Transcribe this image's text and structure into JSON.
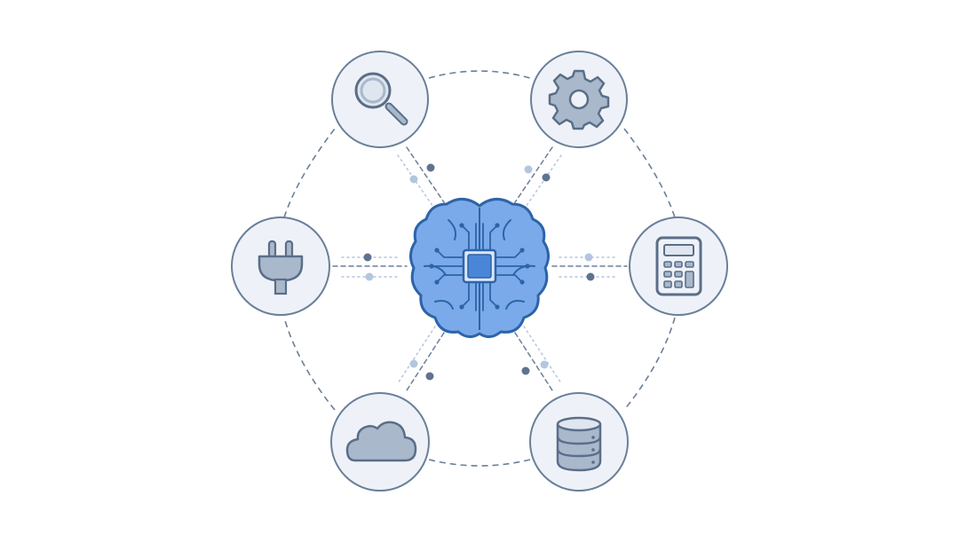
{
  "colors": {
    "background": "#ffffff",
    "node_fill": "#eef2f8",
    "node_stroke": "#6b7f99",
    "icon_fill": "#a9b8cb",
    "icon_stroke": "#5a6e88",
    "brain_fill": "#7aaaea",
    "brain_stroke": "#2d64a8",
    "chip_fill": "#4a86d8",
    "connector_dash": "#6b7f99",
    "dot_dark": "#5f7390",
    "dot_light": "#b3c6de"
  },
  "diagram": {
    "hub": {
      "icon": "brain-chip-icon"
    },
    "nodes": [
      {
        "id": "search",
        "icon": "magnifier-icon"
      },
      {
        "id": "settings",
        "icon": "gear-icon"
      },
      {
        "id": "calculator",
        "icon": "calculator-icon"
      },
      {
        "id": "database",
        "icon": "database-icon"
      },
      {
        "id": "cloud",
        "icon": "cloud-icon"
      },
      {
        "id": "plug",
        "icon": "plug-icon"
      }
    ]
  }
}
